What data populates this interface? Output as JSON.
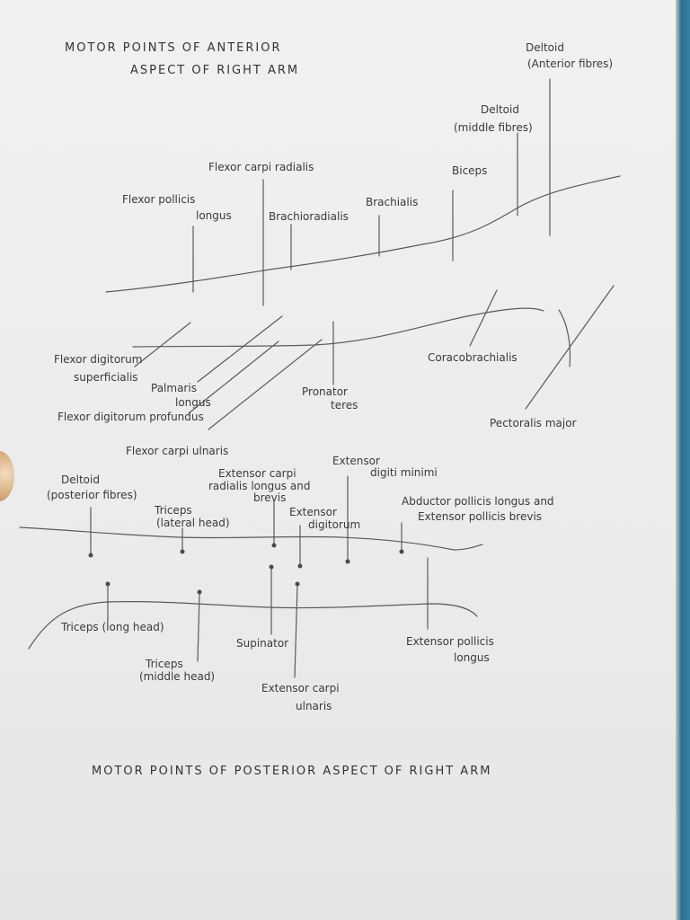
{
  "titles": {
    "anterior": [
      "MOTOR POINTS OF ANTERIOR",
      "ASPECT OF RIGHT ARM"
    ],
    "posterior": "MOTOR POINTS OF POSTERIOR ASPECT OF RIGHT ARM"
  },
  "anterior_labels": {
    "deltoid_anterior": [
      "Deltoid",
      "(Anterior fibres)"
    ],
    "deltoid_middle": [
      "Deltoid",
      "(middle fibres)"
    ],
    "flexor_carpi_radialis": "Flexor carpi radialis",
    "biceps": "Biceps",
    "flexor_pollicis_longus": [
      "Flexor pollicis",
      "longus"
    ],
    "brachialis": "Brachialis",
    "brachioradialis": "Brachioradialis",
    "flexor_digitorum_superficialis": [
      "Flexor digitorum",
      "superficialis"
    ],
    "coracobrachialis": "Coracobrachialis",
    "palmaris_longus": [
      "Palmaris",
      "longus"
    ],
    "pronator_teres": [
      "Pronator",
      "teres"
    ],
    "flexor_digitorum_profundus": "Flexor digitorum profundus",
    "pectoralis_major": "Pectoralis major",
    "flexor_carpi_ulnaris": "Flexor carpi ulnaris"
  },
  "posterior_labels": {
    "deltoid_posterior": [
      "Deltoid",
      "(posterior fibres)"
    ],
    "triceps_lateral": [
      "Triceps",
      "(lateral head)"
    ],
    "ecr_longus_brevis": [
      "Extensor carpi",
      "radialis longus and",
      "brevis"
    ],
    "extensor_digiti_minimi": [
      "Extensor",
      "digiti minimi"
    ],
    "extensor_digitorum": [
      "Extensor",
      "digitorum"
    ],
    "apl_epb": [
      "Abductor pollicis longus and",
      "Extensor pollicis brevis"
    ],
    "triceps_long": "Triceps (long head)",
    "supinator": "Supinator",
    "extensor_pollicis_longus": [
      "Extensor pollicis",
      "longus"
    ],
    "triceps_middle": [
      "Triceps",
      "(middle head)"
    ],
    "extensor_carpi_ulnaris": [
      "Extensor carpi",
      "ulnaris"
    ]
  }
}
